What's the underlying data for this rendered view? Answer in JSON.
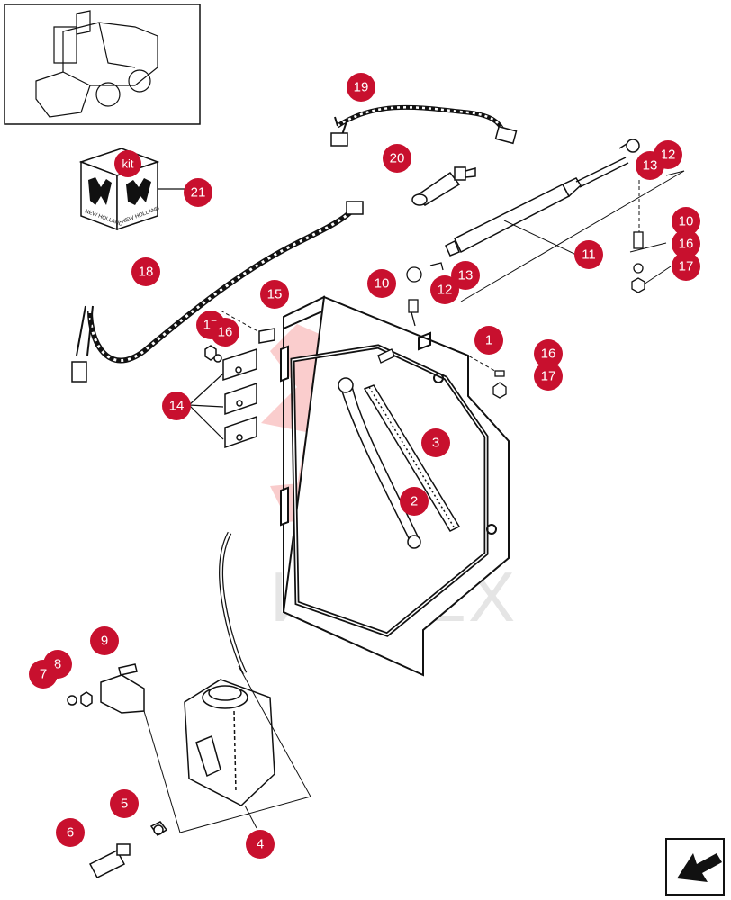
{
  "kit": {
    "label": "kit",
    "brand": "NEW HOLLAND"
  },
  "watermark": "ИНТЕХ",
  "callouts": [
    {
      "id": "c19",
      "label": "19"
    },
    {
      "id": "c20",
      "label": "20"
    },
    {
      "id": "c12a",
      "label": "12"
    },
    {
      "id": "c13a",
      "label": "13"
    },
    {
      "id": "c21",
      "label": "21"
    },
    {
      "id": "c10a",
      "label": "10"
    },
    {
      "id": "c11",
      "label": "11"
    },
    {
      "id": "c16a",
      "label": "16"
    },
    {
      "id": "c17a",
      "label": "17"
    },
    {
      "id": "c18",
      "label": "18"
    },
    {
      "id": "c10b",
      "label": "10"
    },
    {
      "id": "c13b",
      "label": "13"
    },
    {
      "id": "c12b",
      "label": "12"
    },
    {
      "id": "c15",
      "label": "15"
    },
    {
      "id": "c17b",
      "label": "17"
    },
    {
      "id": "c16b",
      "label": "16"
    },
    {
      "id": "c1",
      "label": "1"
    },
    {
      "id": "c16c",
      "label": "16"
    },
    {
      "id": "c17c",
      "label": "17"
    },
    {
      "id": "c14",
      "label": "14"
    },
    {
      "id": "c3",
      "label": "3"
    },
    {
      "id": "c2",
      "label": "2"
    },
    {
      "id": "c9",
      "label": "9"
    },
    {
      "id": "c8",
      "label": "8"
    },
    {
      "id": "c7",
      "label": "7"
    },
    {
      "id": "c5",
      "label": "5"
    },
    {
      "id": "c4",
      "label": "4"
    },
    {
      "id": "c6",
      "label": "6"
    }
  ],
  "colors": {
    "callout": "#c8102e",
    "line": "#111111",
    "watermark": "#f4a0a0"
  }
}
